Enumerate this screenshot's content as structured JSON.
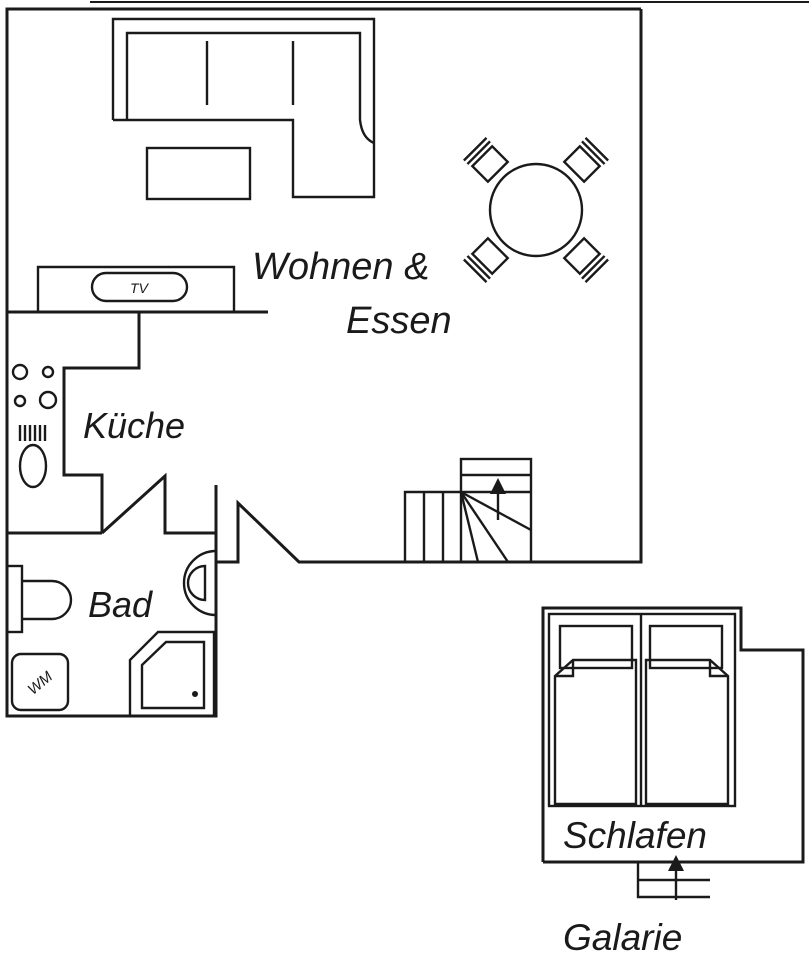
{
  "rooms": {
    "living": {
      "line1": "Wohnen &",
      "line2": "Essen"
    },
    "kitchen": "Küche",
    "bath": "Bad",
    "bedroom": "Schlafen",
    "gallery": "Galarie"
  },
  "fixtures": {
    "tv": "TV",
    "washing_machine": "WM"
  }
}
